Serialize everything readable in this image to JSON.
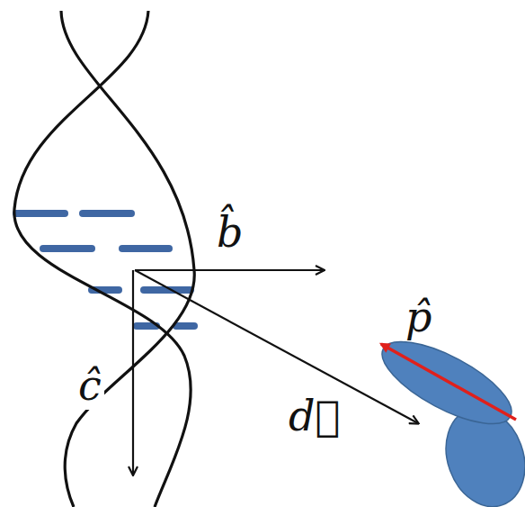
{
  "diagram": {
    "labels": [
      "b̂",
      "ĉ",
      "d⃗",
      "p̂"
    ]
  }
}
